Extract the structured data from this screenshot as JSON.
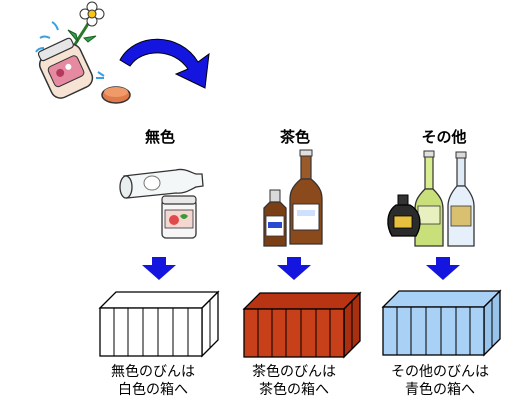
{
  "headings": {
    "clear": "無色",
    "brown": "茶色",
    "other": "その他"
  },
  "captions": {
    "clear": {
      "line1": "無色のびんは",
      "line2": "白色の箱へ"
    },
    "brown": {
      "line1": "茶色のびんは",
      "line2": "茶色の箱へ"
    },
    "other": {
      "line1": "その他のびんは",
      "line2": "青色の箱へ"
    }
  },
  "colors": {
    "arrow": "#1515e0",
    "box_white": "#ffffff",
    "box_brown": "#c8401a",
    "box_blue": "#a9d1f5",
    "glass_green": "#c9e07a",
    "glass_brown": "#8a4a1c"
  },
  "icons": {
    "top_illustration": "jar-with-flower-and-lid-icon",
    "curved_arrow": "curved-arrow-icon"
  }
}
